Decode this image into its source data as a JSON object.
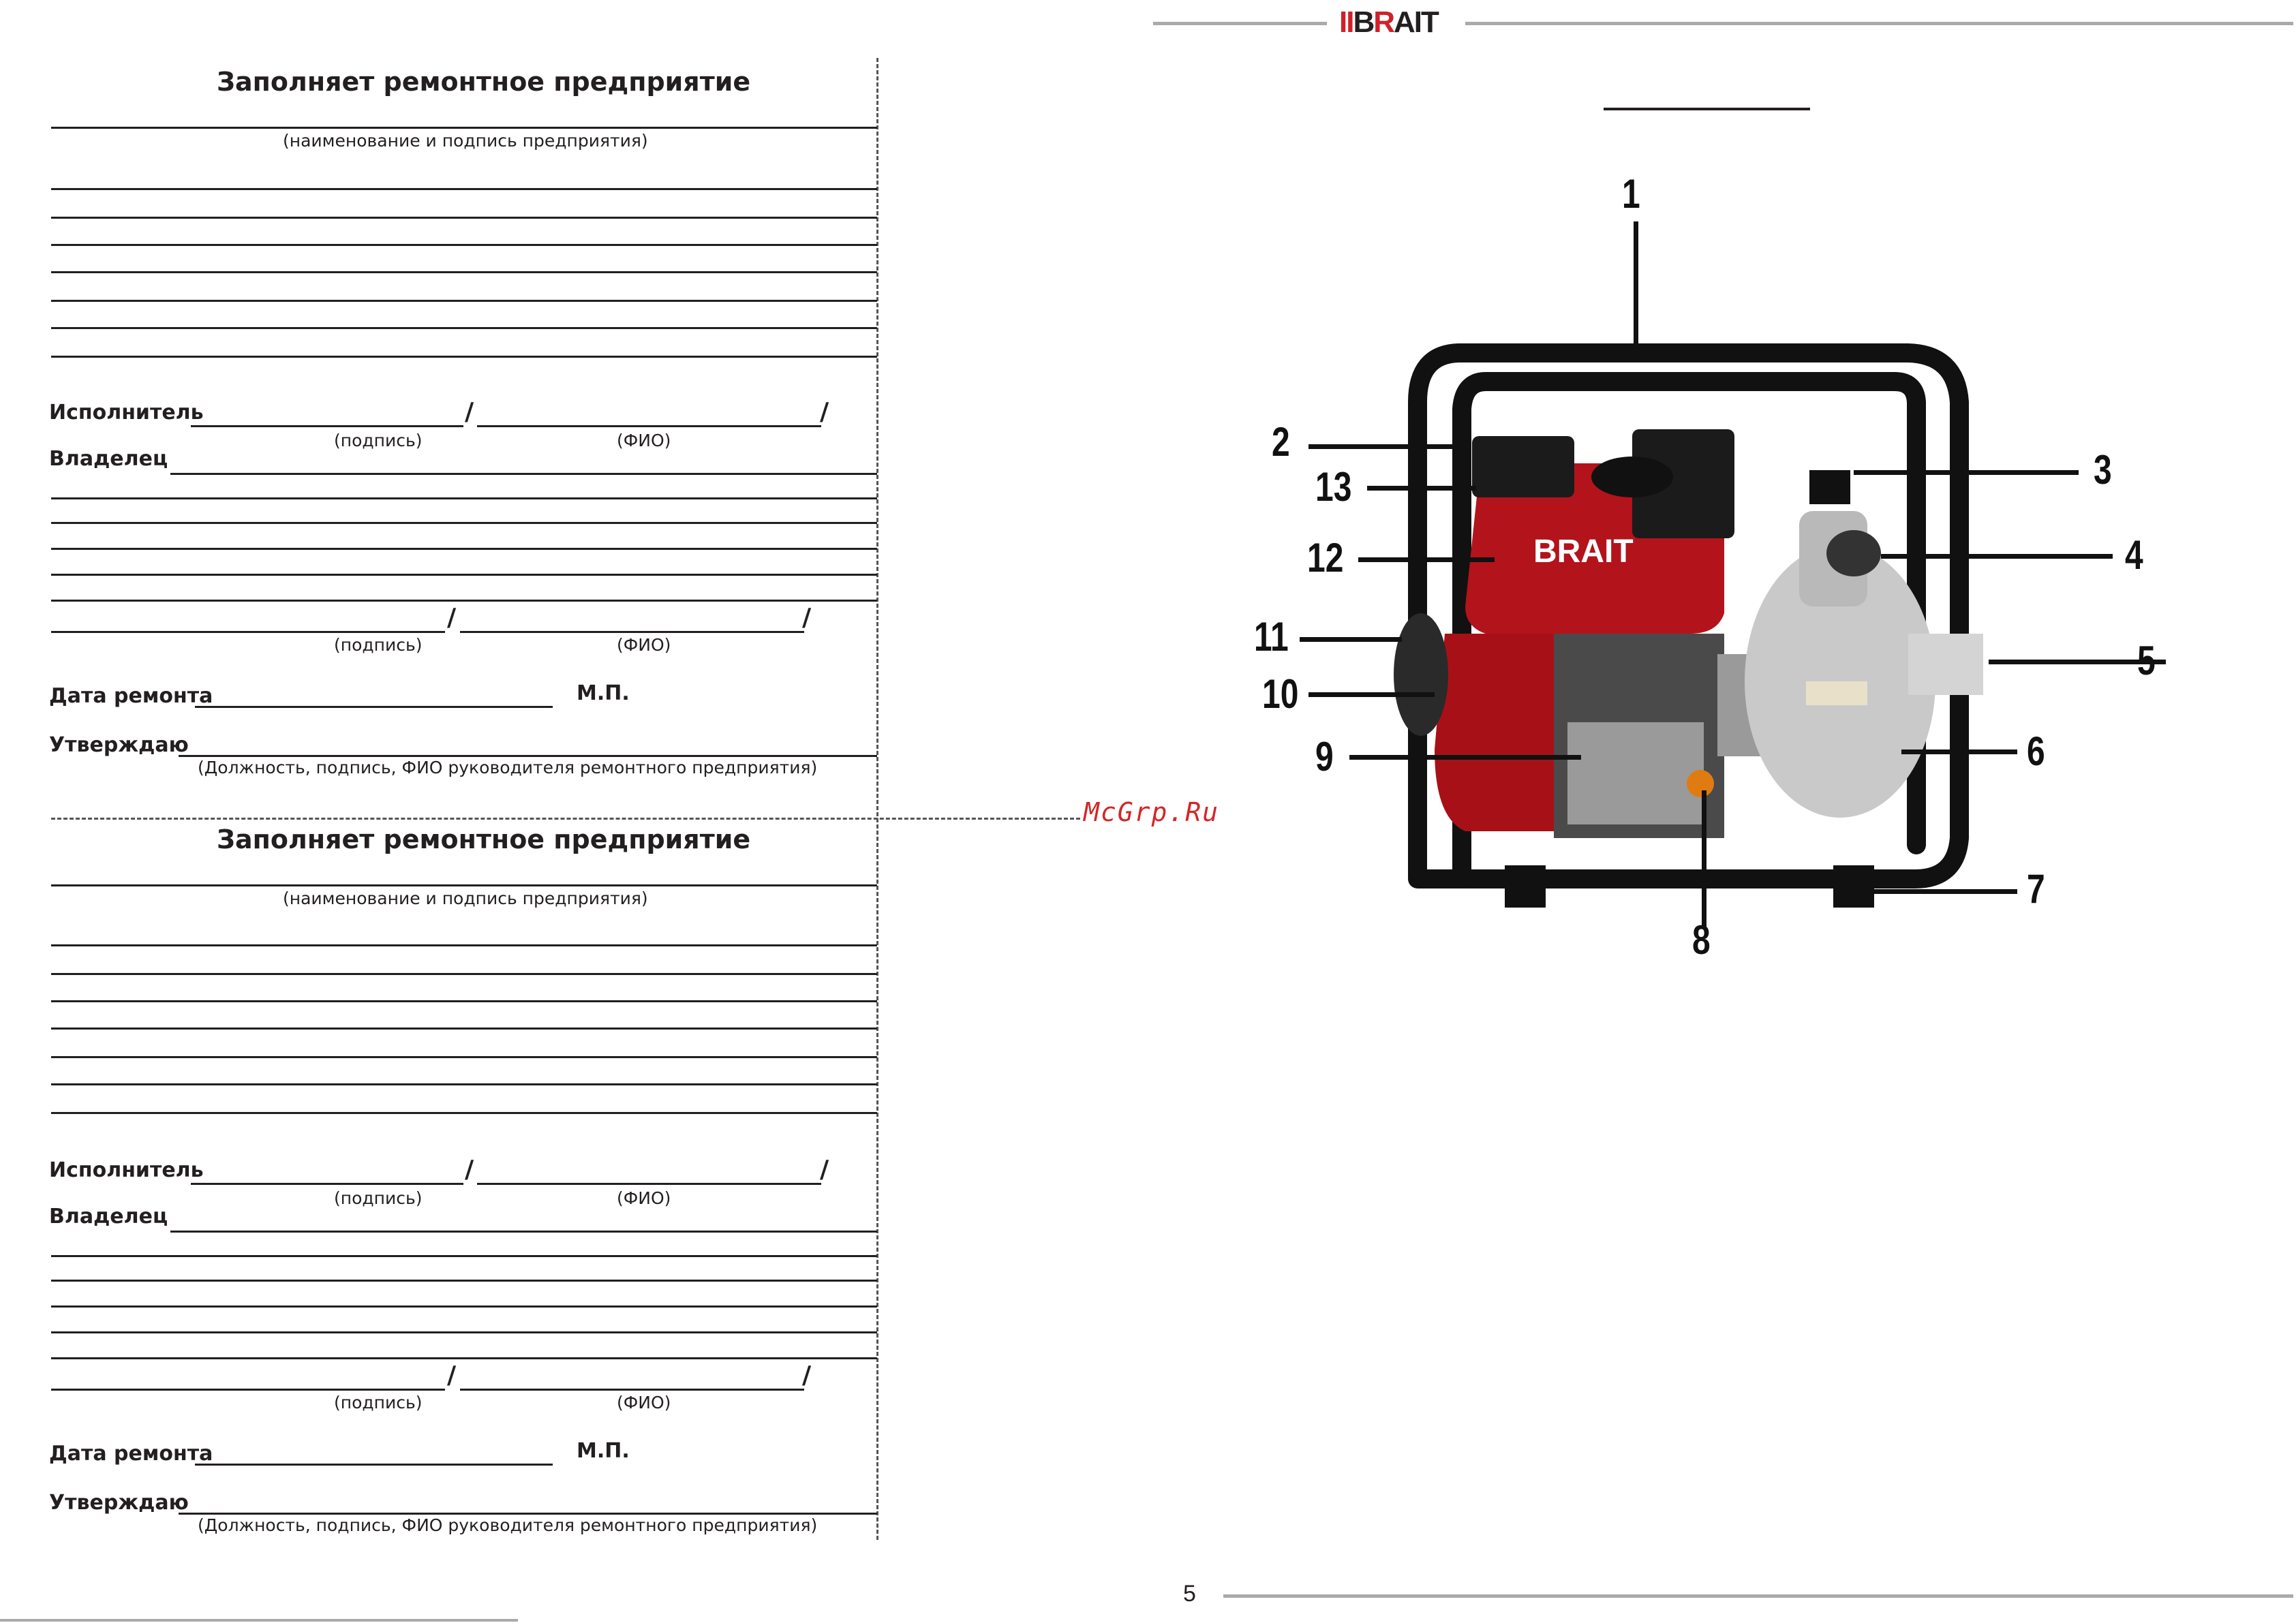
{
  "header": {
    "logo_prefix": "II",
    "logo_text_b": "B",
    "logo_text_r": "R",
    "logo_text_ait": "AIT"
  },
  "watermark": "McGrp.Ru",
  "page_number": "5",
  "form": {
    "title": "Заполняет ремонтное предприятие",
    "name_hint": "(наименование и подпись предприятия)",
    "executor_label": "Исполнитель",
    "owner_label": "Владелец",
    "signature_hint": "(подпись)",
    "fio_hint": "(ФИО)",
    "repair_date_label": "Дата ремонта",
    "stamp_label": "М.П.",
    "approve_label": "Утверждаю",
    "approve_hint": "(Должность, подпись, ФИО руководителя ремонтного предприятия)",
    "slash": "/"
  },
  "figure": {
    "callouts": [
      "1",
      "2",
      "3",
      "4",
      "5",
      "6",
      "7",
      "8",
      "9",
      "10",
      "11",
      "12",
      "13"
    ],
    "engine_logo": "BRAIT"
  },
  "colors": {
    "brand_red": "#d0202a",
    "engine_red": "#b3131b",
    "frame": "#111111",
    "pump_metal": "#c9c9c9"
  }
}
